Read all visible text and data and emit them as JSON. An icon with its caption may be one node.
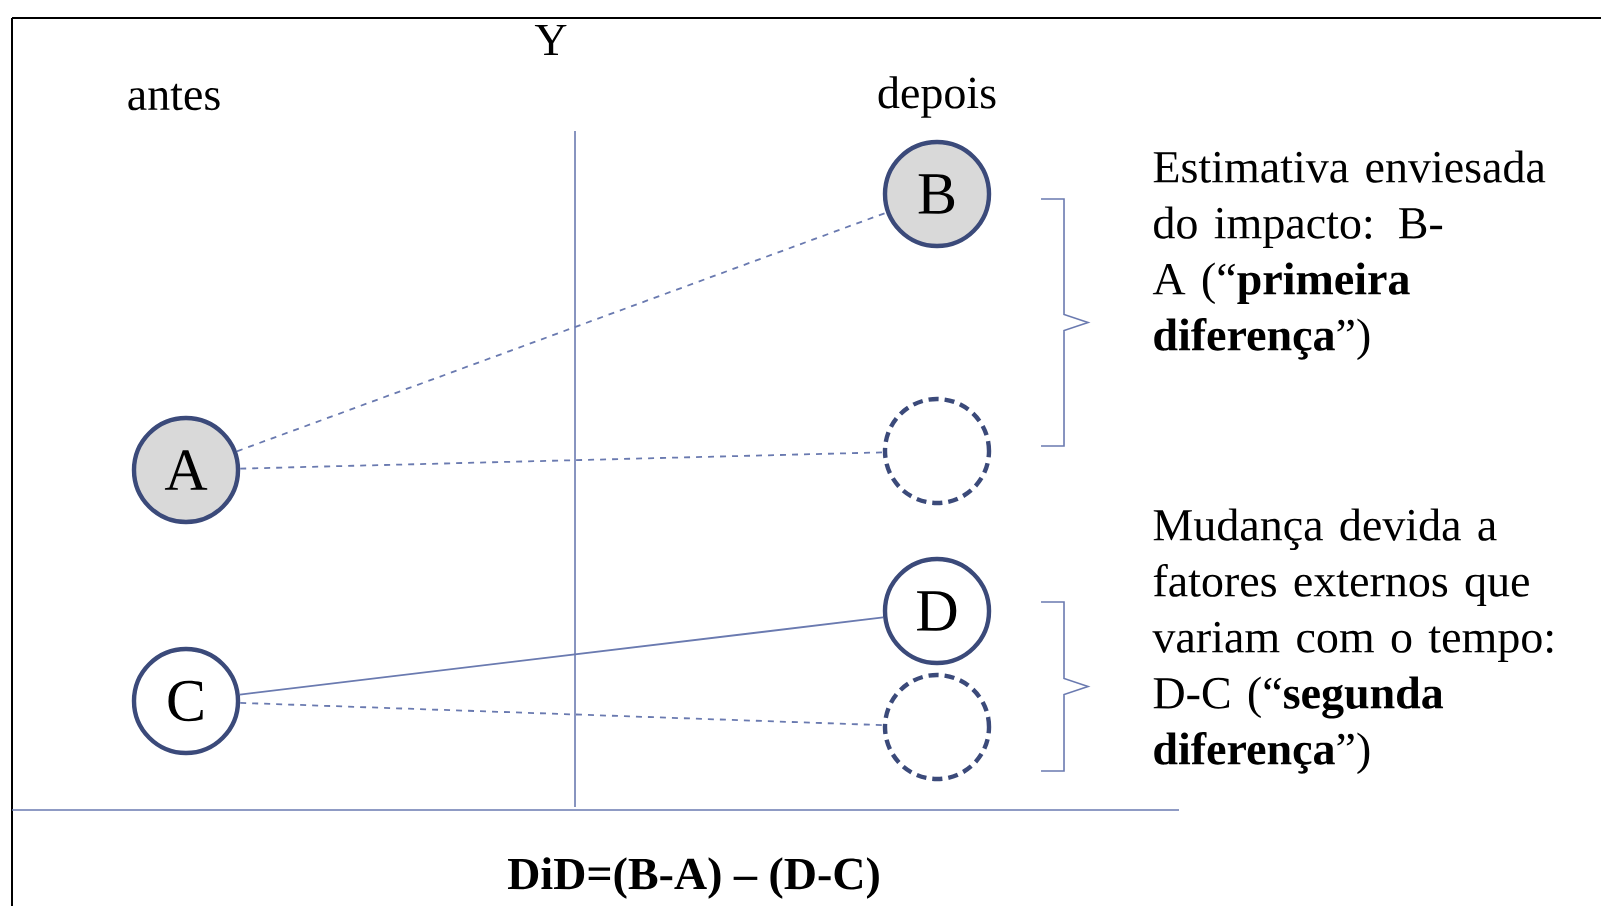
{
  "diagram": {
    "nodes": [
      {
        "text": [
          "A"
        ]
      },
      {
        "text": [
          "B"
        ]
      },
      {
        "text": [],
        "shape": "circle"
      },
      {
        "text": [
          "D"
        ]
      },
      {
        "text": [
          "C"
        ]
      },
      {
        "text": [],
        "shape": "circle"
      }
    ],
    "edges": [
      {
        "from": 0,
        "to": 1,
        "arrow": "none",
        "style": "dashed"
      },
      {
        "from": 0,
        "to": 2,
        "arrow": "none",
        "style": "dashed"
      },
      {
        "from": 4,
        "to": 3,
        "arrow": "none"
      },
      {
        "from": 4,
        "to": 5,
        "arrow": "none",
        "style": "dashed"
      }
    ],
    "labels": [
      "Y",
      "antes",
      "depois",
      "Estimativa enviesada do impacto: B-A (“**primeira diferença**”)",
      "Mudança devida a fatores externos que variam com o tempo: D-C (“**segunda diferença**”)",
      "DiD=(B-A) – (D-C)"
    ]
  }
}
